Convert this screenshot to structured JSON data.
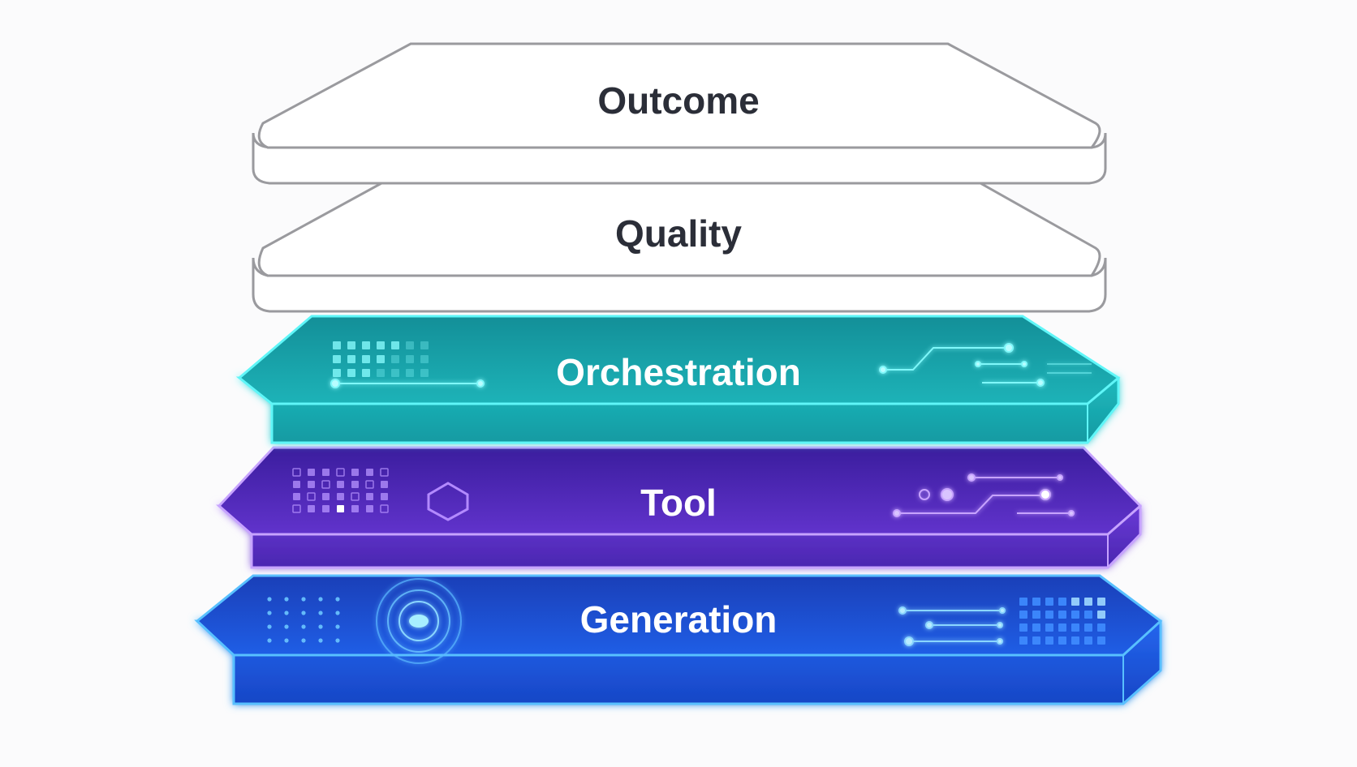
{
  "layers": [
    {
      "label": "Outcome",
      "style": "outline"
    },
    {
      "label": "Quality",
      "style": "outline"
    },
    {
      "label": "Orchestration",
      "style": "teal"
    },
    {
      "label": "Tool",
      "style": "purple"
    },
    {
      "label": "Generation",
      "style": "blue"
    }
  ],
  "colors": {
    "outline": "#9a9a9e",
    "teal": "#1aa7ad",
    "teal_glow": "#4ff3f7",
    "purple": "#5a2fc4",
    "purple_glow": "#b68cff",
    "blue": "#1c4fd8",
    "blue_glow": "#4fb8ff"
  }
}
